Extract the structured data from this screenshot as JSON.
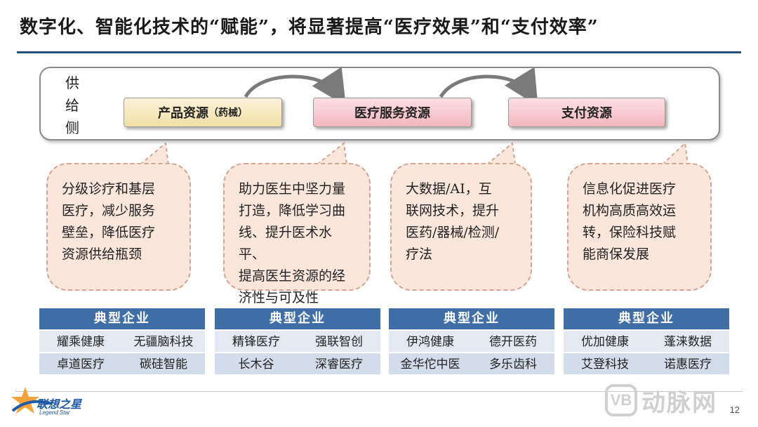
{
  "title": "数字化、智能化技术的“赋能”，将显著提高“医疗效果”和“支付效率”",
  "supply": {
    "label_chars": [
      "供",
      "给",
      "侧"
    ],
    "resources": {
      "product_main": "产品资源",
      "product_sub": "（药械）",
      "medical": "医疗服务资源",
      "payment": "支付资源"
    }
  },
  "callouts": [
    {
      "lines": [
        "分级诊疗和基层",
        "医疗，减少服务",
        "壁垒，降低医疗",
        "资源供给瓶颈"
      ]
    },
    {
      "lines": [
        "助力医生中坚力量",
        "打造，降低学习曲",
        "线、提升医术水平、",
        "提高医生资源的经",
        "济性与可及性"
      ]
    },
    {
      "lines": [
        "大数据/AI，互",
        "联网技术，提升",
        "医药/器械/检测/",
        "疗法"
      ]
    },
    {
      "lines": [
        "信息化促进医疗",
        "机构高质高效运",
        "转，保险科技赋",
        "能商保发展"
      ]
    }
  ],
  "enterprises": [
    {
      "header": "典型企业",
      "rows": [
        [
          "耀乘健康",
          "无疆脑科技"
        ],
        [
          "卓道医疗",
          "碳硅智能"
        ]
      ]
    },
    {
      "header": "典型企业",
      "rows": [
        [
          "精锋医疗",
          "强联智创"
        ],
        [
          "长木谷",
          "深睿医疗"
        ]
      ]
    },
    {
      "header": "典型企业",
      "rows": [
        [
          "伊鸿健康",
          "德开医药"
        ],
        [
          "金华佗中医",
          "多乐齿科"
        ]
      ]
    },
    {
      "header": "典型企业",
      "rows": [
        [
          "优加健康",
          "蓬涞数据"
        ],
        [
          "艾登科技",
          "诺惠医疗"
        ]
      ]
    }
  ],
  "footer": {
    "logo_text": "联想之星",
    "logo_sub": "Legend Star",
    "watermark_badge": "VB",
    "watermark_text": "动脉网",
    "page_number": "12"
  },
  "colors": {
    "title_rule": "#2a4f7e",
    "header_blue": "#3f6da6",
    "callout_fill": "#fbe6dc",
    "product_fill": "#f2dfa6",
    "pink_fill": "#f2b6be"
  }
}
